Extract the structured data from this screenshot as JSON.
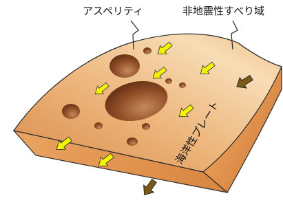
{
  "labels": {
    "asperity": "アスペリティ",
    "non_seismic_slip_zone": "非地震性すべり域",
    "oceanic_plate": "海洋性プレート"
  },
  "colors": {
    "plate_top_light": "#f6d7ad",
    "plate_top_mid": "#e8ab6d",
    "plate_top_dark": "#d27f3c",
    "plate_side_light": "#efb47a",
    "plate_side_dark": "#c7763a",
    "plate_front": "#e69a56",
    "asperity_dark": "#6b3418",
    "asperity_light": "#b8774b",
    "slip_arrow": "#f4f400",
    "plate_motion_arrow": "#7a5a14",
    "outline": "#2a2a2a"
  },
  "icons": {
    "slip_arrow": "slip-arrow-icon",
    "plate_motion_arrow": "plate-motion-arrow-icon"
  }
}
